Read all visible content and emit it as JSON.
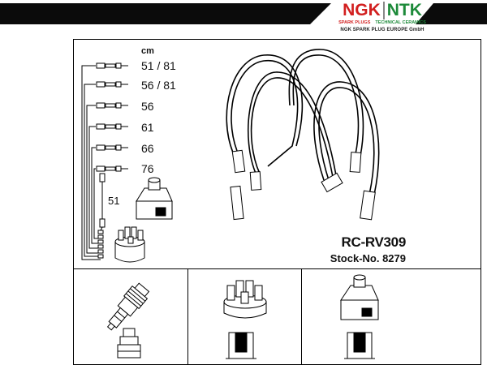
{
  "brand": {
    "ngk": "NGK",
    "ntk": "NTK",
    "ngk_sub": "SPARK PLUGS",
    "ntk_sub": "TECHNICAL CERAMICS",
    "company": "NGK SPARK PLUG EUROPE GmbH",
    "colors": {
      "ngk_red": "#d21f1f",
      "ntk_green": "#1d8a3a"
    }
  },
  "diagram": {
    "unit": "cm",
    "lengths": [
      "51 / 81",
      "56 / 81",
      "56",
      "61",
      "66",
      "76"
    ],
    "coil_lead": "51"
  },
  "product": {
    "model": "RC-RV309",
    "stock": "Stock-No. 8279"
  },
  "components": [
    {
      "name": "spark-plug",
      "icon": "spark-plug-icon"
    },
    {
      "name": "distributor-cap",
      "icon": "distributor-cap-icon"
    },
    {
      "name": "ignition-coil",
      "icon": "ignition-coil-icon"
    }
  ]
}
